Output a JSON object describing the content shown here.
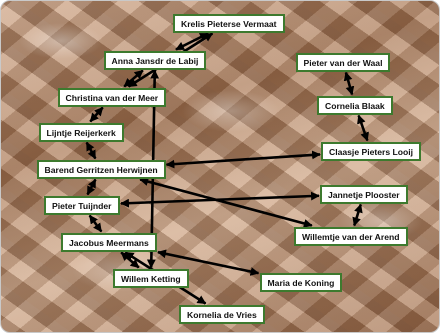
{
  "diagram": {
    "nodes": [
      {
        "id": "krelis",
        "label": "Krelis Pieterse Vermaat"
      },
      {
        "id": "anna",
        "label": "Anna Jansdr de Labij"
      },
      {
        "id": "christina",
        "label": "Christina van der Meer"
      },
      {
        "id": "lijntje",
        "label": "Lijntje Reijerkerk"
      },
      {
        "id": "barend",
        "label": "Barend Gerritzen Herwijnen"
      },
      {
        "id": "pieterT",
        "label": "Pieter Tuijnder"
      },
      {
        "id": "jacobus",
        "label": "Jacobus Meermans"
      },
      {
        "id": "willem",
        "label": "Willem Ketting"
      },
      {
        "id": "kornelia",
        "label": "Kornelia de Vries"
      },
      {
        "id": "maria",
        "label": "Maria de Koning"
      },
      {
        "id": "pieterW",
        "label": "Pieter van der Waal"
      },
      {
        "id": "cornelia",
        "label": "Cornelia Blaak"
      },
      {
        "id": "claasje",
        "label": "Claasje Pieters Looij"
      },
      {
        "id": "jannetje",
        "label": "Jannetje Plooster"
      },
      {
        "id": "willemtje",
        "label": "Willemtje van der Arend"
      }
    ],
    "edges": [
      {
        "from": "christina",
        "to": "anna"
      },
      {
        "from": "christina",
        "to": "krelis"
      },
      {
        "from": "anna",
        "to": "krelis"
      },
      {
        "from": "lijntje",
        "to": "christina"
      },
      {
        "from": "lijntje",
        "to": "barend"
      },
      {
        "from": "barend",
        "to": "pieterT"
      },
      {
        "from": "barend",
        "to": "claasje"
      },
      {
        "from": "barend",
        "to": "willemtje"
      },
      {
        "from": "pieterT",
        "to": "jannetje"
      },
      {
        "from": "pieterT",
        "to": "jacobus"
      },
      {
        "from": "jacobus",
        "to": "willem"
      },
      {
        "from": "jacobus",
        "to": "maria"
      },
      {
        "from": "jacobus",
        "to": "kornelia"
      },
      {
        "from": "willem",
        "to": "anna"
      },
      {
        "from": "cornelia",
        "to": "pieterW"
      },
      {
        "from": "cornelia",
        "to": "claasje"
      },
      {
        "from": "jannetje",
        "to": "willemtje"
      }
    ]
  }
}
